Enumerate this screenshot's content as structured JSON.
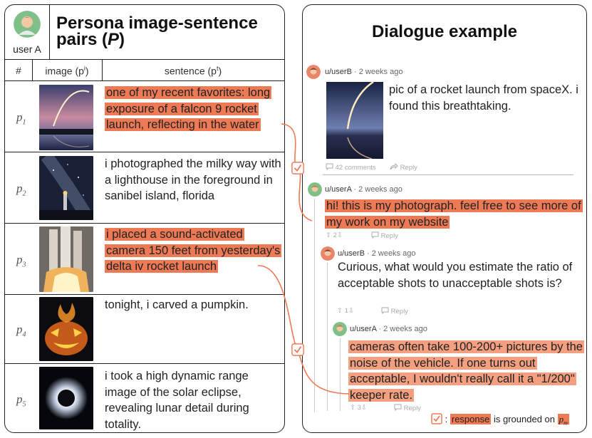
{
  "left": {
    "user_label": "user A",
    "title_prefix": "Persona image-sentence pairs (",
    "title_symbol": "P",
    "title_suffix": ")",
    "col_index": "#",
    "col_image": "image (p",
    "col_image_sup": "i",
    "col_sentence": "sentence (p",
    "col_sentence_sup": "t",
    "rows": [
      {
        "label": "p",
        "sub": "1",
        "sentence": "one of my recent favorites: long exposure of a falcon 9 rocket launch, reflecting in the water",
        "highlighted": true
      },
      {
        "label": "p",
        "sub": "2",
        "sentence": "i photographed the milky way with a lighthouse in the foreground in sanibel island, florida",
        "highlighted": false
      },
      {
        "label": "p",
        "sub": "3",
        "sentence": "i placed a sound-activated camera 150 feet from yesterday's delta iv rocket launch",
        "highlighted": true
      },
      {
        "label": "p",
        "sub": "4",
        "sentence": "tonight, i carved a pumpkin.",
        "highlighted": false
      },
      {
        "label": "p",
        "sub": "5",
        "sentence": "i took a high dynamic range image of the solar eclipse, revealing lunar detail during totality.",
        "highlighted": false
      }
    ]
  },
  "right": {
    "title": "Dialogue example",
    "posts": [
      {
        "user": "u/userB",
        "time": "2 weeks ago",
        "text": "pic of a rocket launch from spaceX. i found this breathtaking.",
        "comments": "42 comments",
        "reply": "Reply"
      },
      {
        "user": "u/userA",
        "time": "2 weeks ago",
        "text": "hi! this is my photograph. feel free to see more of my work on my website",
        "votes": "2",
        "reply": "Reply"
      },
      {
        "user": "u/userB",
        "time": "2 weeks ago",
        "text": "Curious, what would you estimate the ratio of acceptable shots to unacceptable shots is?",
        "votes": "1",
        "reply": "Reply"
      },
      {
        "user": "u/userA",
        "time": "2 weeks ago",
        "text": "cameras often take 100-200+ pictures by the noise of the vehicle. If one turns out acceptable, I wouldn't really call it a \"1/200\" keeper rate.",
        "votes": "3",
        "reply": "Reply"
      }
    ],
    "legend": {
      "colon": ":",
      "response": "response",
      "middle": "is grounded on",
      "symbol": "p",
      "sub": "m"
    }
  },
  "colors": {
    "accent": "#ee7a55",
    "accent_light": "#f49f80",
    "border": "#222222"
  },
  "icons": [
    "user-avatar-icon",
    "check-icon",
    "comment-icon",
    "share-arrow-icon",
    "upvote-icon",
    "downvote-icon"
  ]
}
